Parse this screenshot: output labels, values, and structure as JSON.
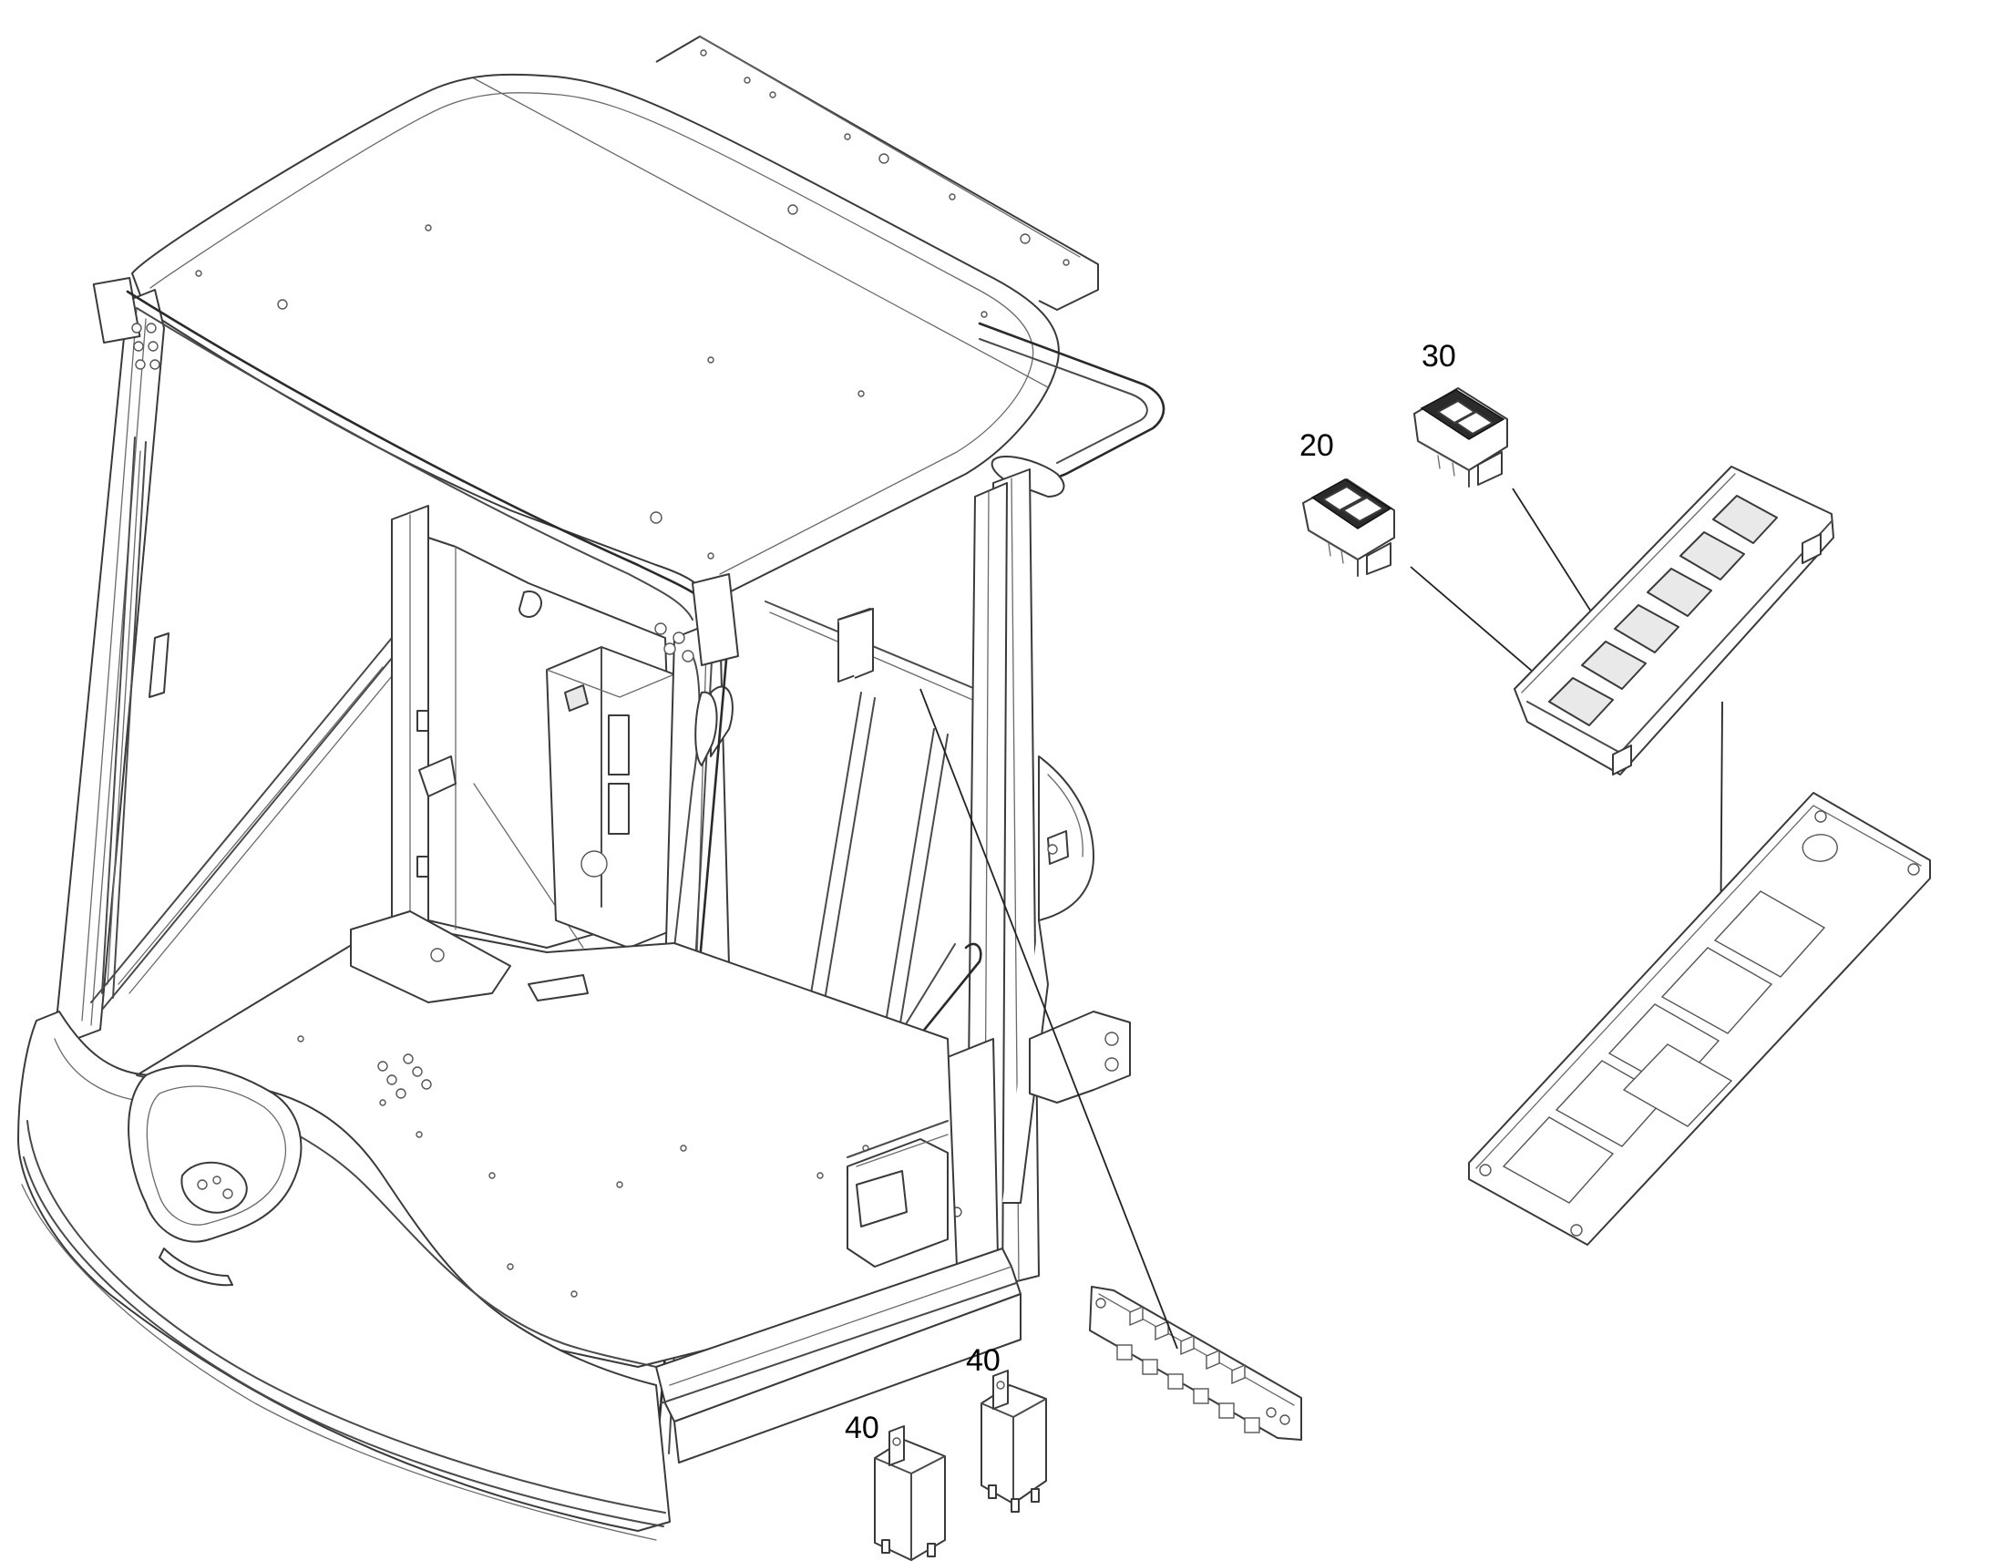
{
  "labels": {
    "switch_a": "20",
    "switch_b": "30",
    "relay_a": "40",
    "relay_b": "40"
  },
  "colors": {
    "line": "#4a4a4a",
    "label": "#000000",
    "background": "#ffffff"
  }
}
